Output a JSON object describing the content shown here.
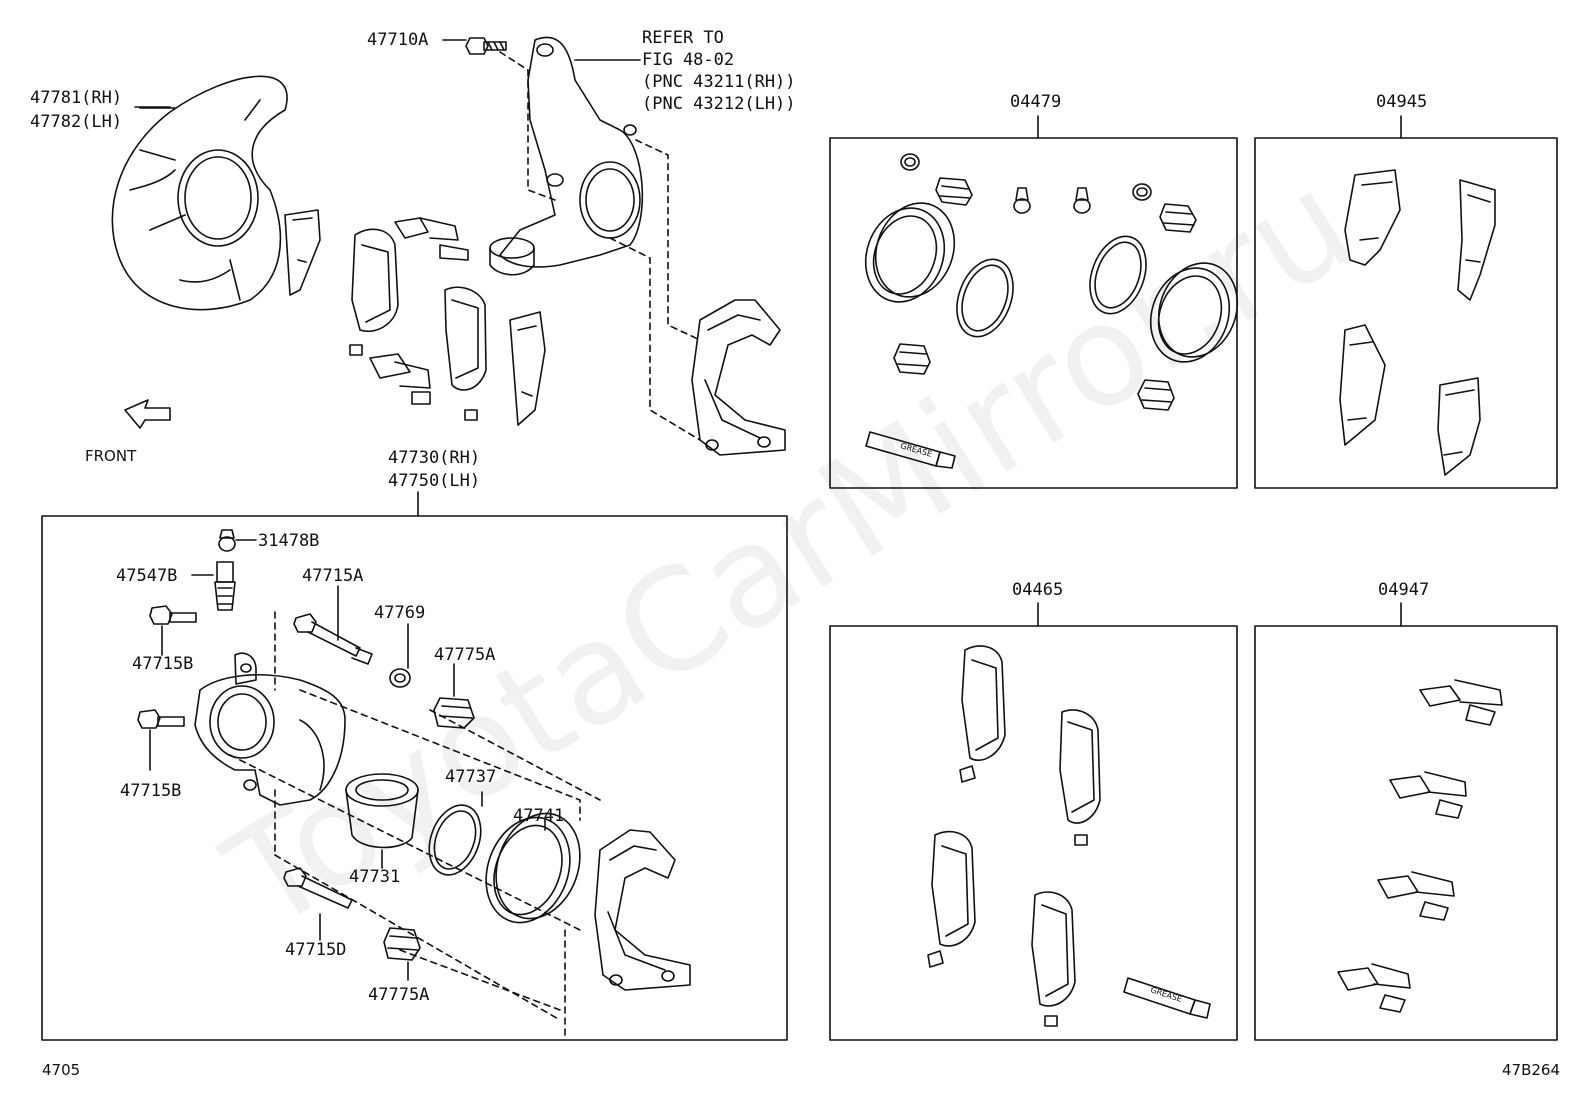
{
  "labels": {
    "p47710A": "47710A",
    "refer_line1": "REFER TO",
    "refer_line2": "FIG 48-02",
    "refer_line3": "(PNC 43211(RH))",
    "refer_line4": "(PNC 43212(LH))",
    "p47781": "47781(RH)",
    "p47782": "47782(LH)",
    "front": "FRONT",
    "p47730": "47730(RH)",
    "p47750": "47750(LH)",
    "p31478B": "31478B",
    "p47547B": "47547B",
    "p47715A": "47715A",
    "p47769": "47769",
    "p47715B_1": "47715B",
    "p47775A_1": "47775A",
    "p47715B_2": "47715B",
    "p47737": "47737",
    "p47741": "47741",
    "p47731": "47731",
    "p47715D": "47715D",
    "p47775A_2": "47775A",
    "kit_04479": "04479",
    "kit_04945": "04945",
    "kit_04465": "04465",
    "kit_04947": "04947",
    "grease_label": "GREASE",
    "footer_left": "4705",
    "footer_right": "47B264"
  },
  "watermark": "ToyotaCarMirror.ru"
}
